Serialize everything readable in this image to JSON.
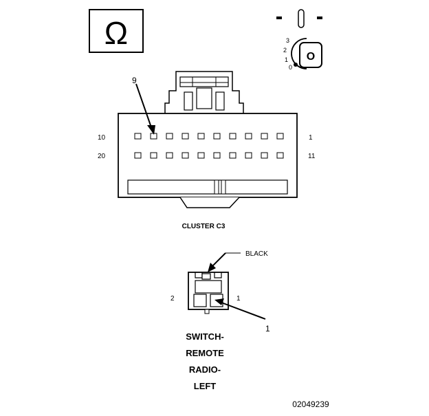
{
  "meter_symbol": "Ω",
  "ignition": {
    "positions": [
      "3",
      "2",
      "1",
      "0"
    ],
    "key_label": "O"
  },
  "cluster_connector": {
    "name": "CLUSTER C3",
    "pin_callout": "9",
    "row1_left": "10",
    "row1_right": "1",
    "row2_left": "20",
    "row2_right": "11"
  },
  "switch_connector": {
    "color_label": "BLACK",
    "pin_left": "2",
    "pin_right": "1",
    "pin_callout": "1",
    "title_lines": [
      "SWITCH-",
      "REMOTE",
      "RADIO-",
      "LEFT"
    ]
  },
  "figure_id": "02049239"
}
